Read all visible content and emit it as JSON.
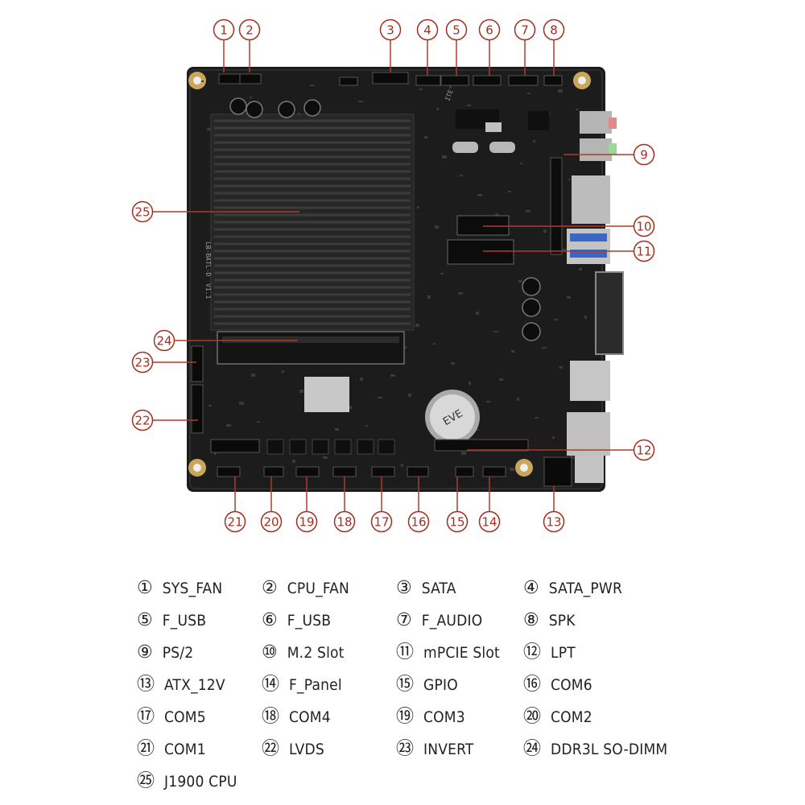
{
  "components": [
    {
      "num": "①",
      "label": "SYS_FAN"
    },
    {
      "num": "②",
      "label": "CPU_FAN"
    },
    {
      "num": "③",
      "label": "SATA"
    },
    {
      "num": "④",
      "label": "SATA_PWR"
    },
    {
      "num": "⑤",
      "label": "F_USB"
    },
    {
      "num": "⑥",
      "label": "F_USB"
    },
    {
      "num": "⑦",
      "label": "F_AUDIO"
    },
    {
      "num": "⑧",
      "label": "SPK"
    },
    {
      "num": "⑨",
      "label": "PS/2"
    },
    {
      "num": "⑩",
      "label": "M.2 Slot"
    },
    {
      "num": "⑪",
      "label": "mPCIE Slot"
    },
    {
      "num": "⑫",
      "label": "LPT"
    },
    {
      "num": "⑬",
      "label": "ATX_12V"
    },
    {
      "num": "⑭",
      "label": "F_Panel"
    },
    {
      "num": "⑮",
      "label": "GPIO"
    },
    {
      "num": "⑯",
      "label": "COM6"
    },
    {
      "num": "⑰",
      "label": "COM5"
    },
    {
      "num": "⑱",
      "label": "COM4"
    },
    {
      "num": "⑲",
      "label": "COM3"
    },
    {
      "num": "⑳",
      "label": "COM2"
    },
    {
      "num": "㉑",
      "label": "COM1"
    },
    {
      "num": "㉒",
      "label": "LVDS"
    },
    {
      "num": "㉓",
      "label": "INVERT"
    },
    {
      "num": "㉔",
      "label": "DDR3L SO-DIMM"
    },
    {
      "num": "㉕",
      "label": "J1900 CPU"
    }
  ],
  "board": {
    "silk_model": "LR-BATL-D",
    "silk_rev": "V1.1",
    "battery_text": "EVE",
    "chip_text": "ITE"
  },
  "colors": {
    "callout": "#a03020",
    "board": "#1c1c1c",
    "heatsink": "#2a2a2a",
    "text": "#222222"
  }
}
